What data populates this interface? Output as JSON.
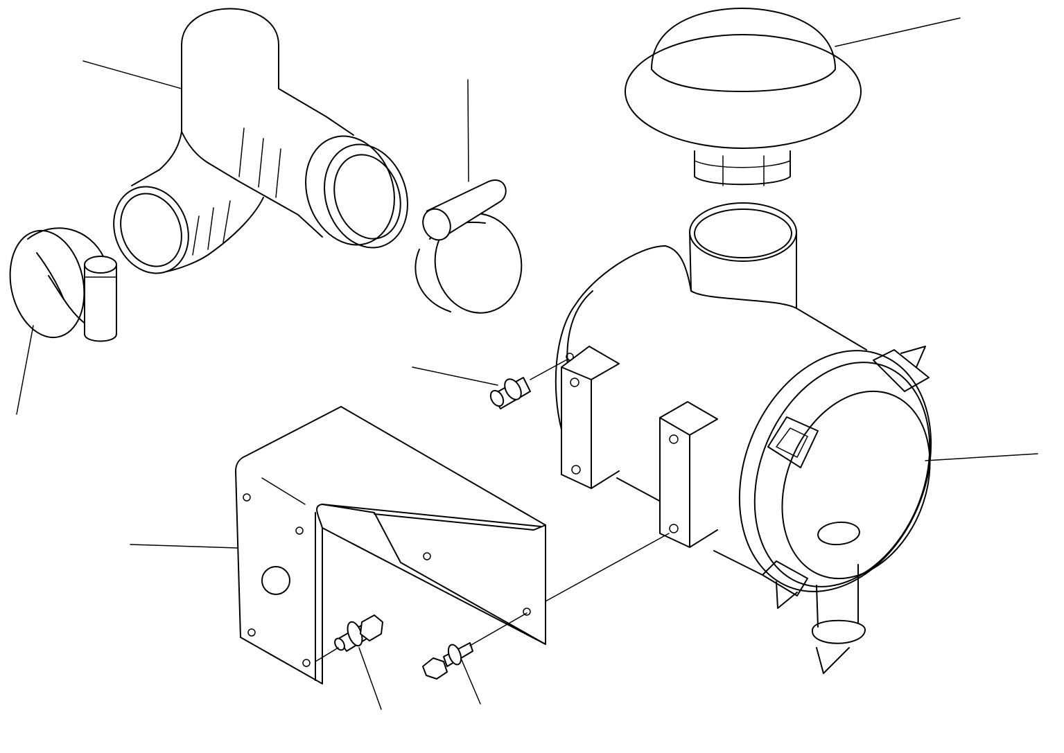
{
  "diagram": {
    "kind": "exploded-parts-drawing",
    "subject_parts": [
      "air-cleaner-assembly",
      "precleaner-cap",
      "elbow-intake-hose",
      "hose-clamp-left",
      "hose-clamp-center",
      "air-cleaner-cover",
      "mounting-bracket",
      "bolt-left",
      "bolt-right",
      "small-fitting"
    ],
    "callout_labels": [],
    "line_color": "#000000",
    "background_color": "#ffffff"
  }
}
